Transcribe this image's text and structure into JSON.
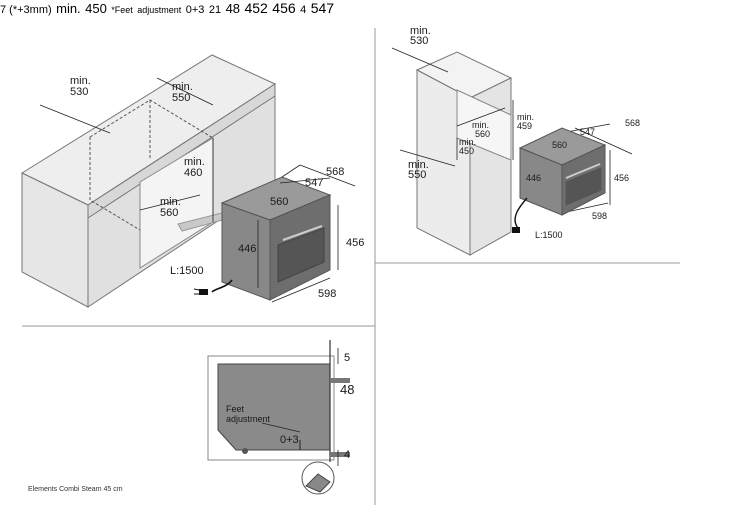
{
  "footer_text": "Elements Combi Steam 45 cm",
  "panel_tl": {
    "cab_depth": [
      "min.",
      "530"
    ],
    "cab_width": [
      "min.",
      "550"
    ],
    "cab_height": [
      "min.",
      "460"
    ],
    "cab_width2": [
      "min.",
      "560"
    ],
    "oven_568": "568",
    "oven_547": "547",
    "oven_560": "560",
    "oven_446": "446",
    "oven_456": "456",
    "oven_598": "598",
    "cable": "L:1500"
  },
  "panel_tr": {
    "col_depth": [
      "min.",
      "530"
    ],
    "col_depth2": [
      "min.",
      "550"
    ],
    "niche_560": [
      "min.",
      "560"
    ],
    "niche_450": [
      "min.",
      "450"
    ],
    "niche_459": [
      "min.",
      "459"
    ],
    "oven_568": "568",
    "oven_547": "547",
    "oven_560": "560",
    "oven_446": "446",
    "oven_456": "456",
    "oven_598": "598",
    "cable": "L:1500"
  },
  "panel_bl": {
    "d5": "5",
    "d48": "48",
    "d4": "4",
    "feet1": "Feet",
    "feet2": "adjustment",
    "feet_val": "0+3"
  },
  "panel_br": {
    "gap": "7 (*+3mm)",
    "min": "min.",
    "min_val": "450",
    "feet1": "*Feet",
    "feet2": "adjustment",
    "feet_val": "0+3",
    "d21": "21",
    "d48": "48",
    "d452": "452",
    "d456": "456",
    "d4": "4",
    "d547": "547"
  }
}
